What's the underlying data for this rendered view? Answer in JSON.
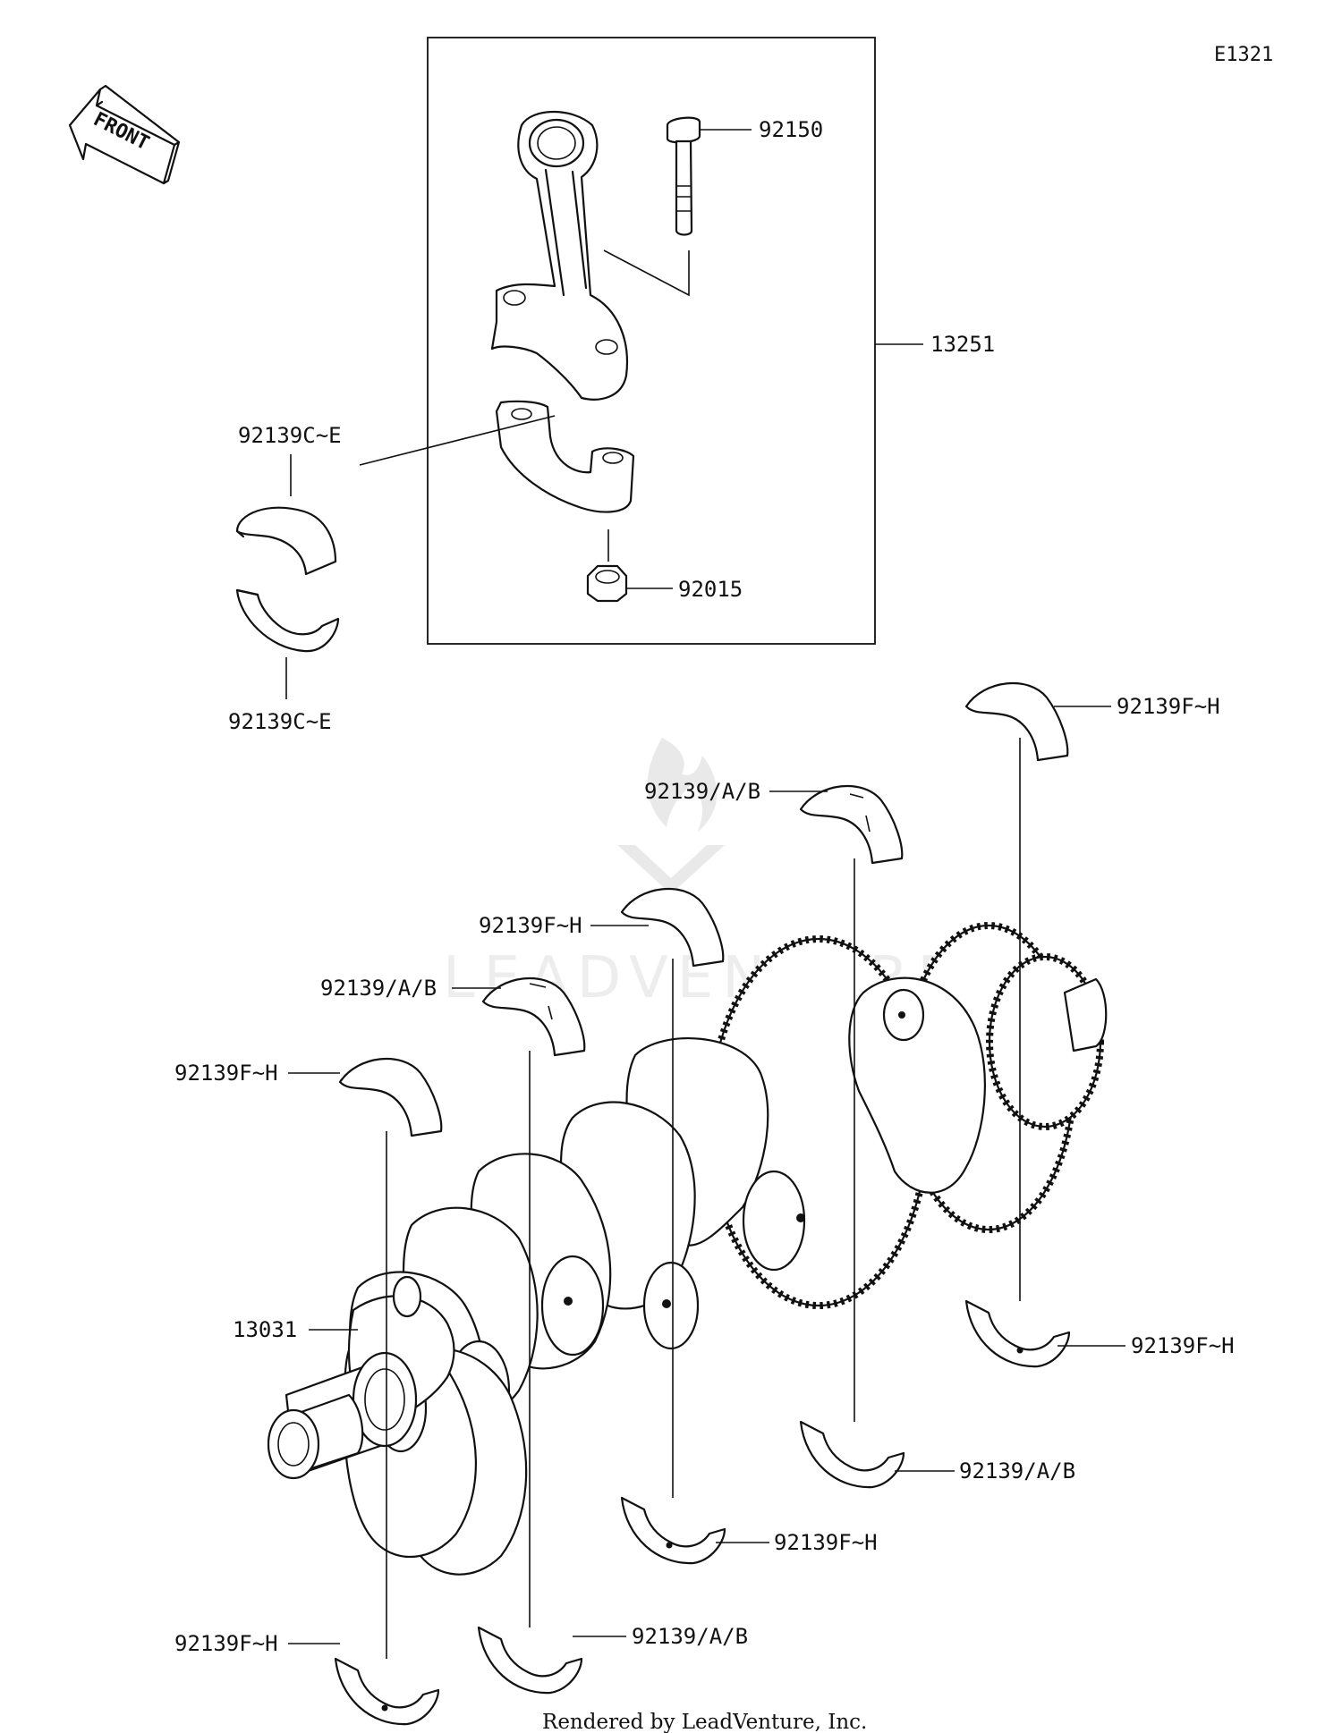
{
  "diagram": {
    "sheet_code": "E1321",
    "front_marker": "FRONT",
    "watermark": "LEADVENTURE",
    "footer": "Rendered by LeadVenture, Inc."
  },
  "callouts": [
    {
      "id": "c1",
      "text": "92150"
    },
    {
      "id": "c2",
      "text": "13251"
    },
    {
      "id": "c3",
      "text": "92139C~E"
    },
    {
      "id": "c4",
      "text": "92015"
    },
    {
      "id": "c5",
      "text": "92139C~E"
    },
    {
      "id": "c6",
      "text": "92139F~H"
    },
    {
      "id": "c7",
      "text": "92139/A/B"
    },
    {
      "id": "c8",
      "text": "92139F~H"
    },
    {
      "id": "c9",
      "text": "92139/A/B"
    },
    {
      "id": "c10",
      "text": "92139F~H"
    },
    {
      "id": "c11",
      "text": "13031"
    },
    {
      "id": "c12",
      "text": "92139F~H"
    },
    {
      "id": "c13",
      "text": "92139/A/B"
    },
    {
      "id": "c14",
      "text": "92139F~H"
    },
    {
      "id": "c15",
      "text": "92139/A/B"
    },
    {
      "id": "c16",
      "text": "92139F~H"
    }
  ]
}
